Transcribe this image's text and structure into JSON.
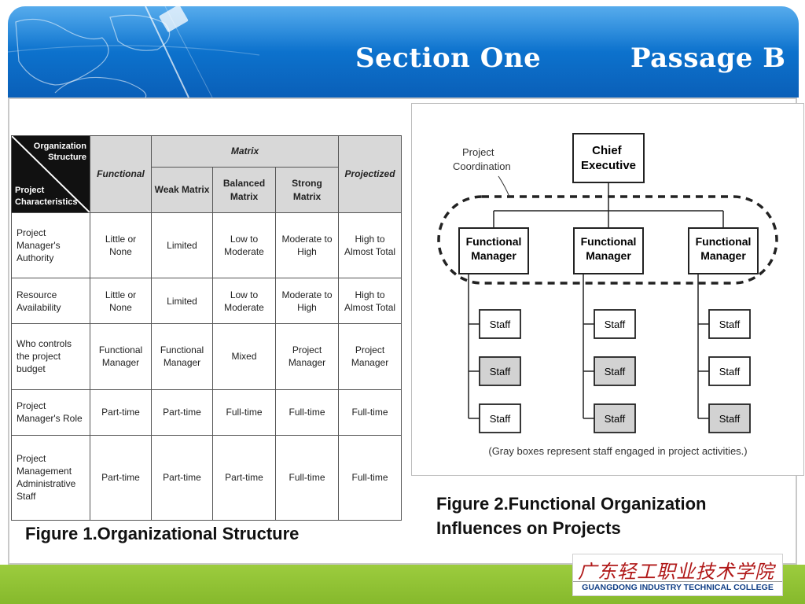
{
  "header": {
    "title_left": "Section One",
    "title_right": "Passage B"
  },
  "table": {
    "corner_top": "Organization Structure",
    "corner_bottom": "Project Characteristics",
    "functional": "Functional",
    "matrix": "Matrix",
    "weak_matrix": "Weak Matrix",
    "balanced_matrix": "Balanced Matrix",
    "strong_matrix": "Strong Matrix",
    "projectized": "Projectized",
    "rows": [
      {
        "label": "Project Manager's Authority",
        "cells": [
          "Little or None",
          "Limited",
          "Low to Moderate",
          "Moderate to High",
          "High to Almost Total"
        ]
      },
      {
        "label": "Resource Availability",
        "cells": [
          "Little or None",
          "Limited",
          "Low to Moderate",
          "Moderate to High",
          "High to Almost Total"
        ]
      },
      {
        "label": "Who controls the project budget",
        "cells": [
          "Functional Manager",
          "Functional Manager",
          "Mixed",
          "Project Manager",
          "Project Manager"
        ]
      },
      {
        "label": "Project Manager's Role",
        "cells": [
          "Part-time",
          "Part-time",
          "Full-time",
          "Full-time",
          "Full-time"
        ]
      },
      {
        "label": "Project Management Administrative Staff",
        "cells": [
          "Part-time",
          "Part-time",
          "Part-time",
          "Full-time",
          "Full-time"
        ]
      }
    ]
  },
  "figure1_caption": "Figure 1.Organizational Structure",
  "chart": {
    "project_coordination": "Project Coordination",
    "chief_executive": "Chief Executive",
    "functional_manager": "Functional Manager",
    "staff": "Staff",
    "note": "(Gray boxes represent staff engaged in project activities.)",
    "columns": [
      {
        "staff_gray": [
          false,
          true,
          false
        ]
      },
      {
        "staff_gray": [
          false,
          true,
          true
        ]
      },
      {
        "staff_gray": [
          false,
          false,
          true
        ]
      }
    ]
  },
  "figure2_caption_line1": "Figure 2.Functional Organization",
  "figure2_caption_line2": "Influences on Projects",
  "logo": {
    "chinese": "广东轻工职业技术学院",
    "english": "GUANGDONG INDUSTRY TECHNICAL COLLEGE"
  },
  "colors": {
    "header_blue": "#0d74cf",
    "footer_green": "#8dc035",
    "staff_gray": "#d2d2d2"
  }
}
